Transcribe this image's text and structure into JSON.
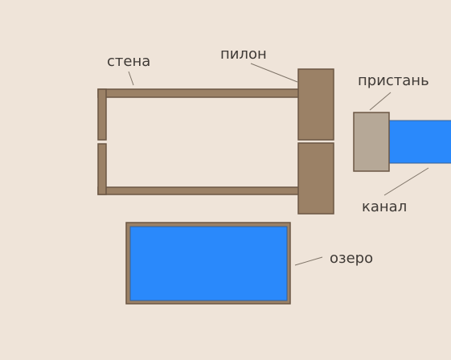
{
  "labels": {
    "wall": "стена",
    "pylon": "пилон",
    "pier": "пристань",
    "canal": "канал",
    "lake": "озеро"
  },
  "colors": {
    "background": "#efe4d9",
    "wall": "#9b8166",
    "wall_stroke": "#6b5644",
    "pier": "#b6a897",
    "water": "#2a89fb",
    "water_stroke": "#3a5f8f",
    "leader": "#7f7468",
    "text": "#3f3a36"
  }
}
